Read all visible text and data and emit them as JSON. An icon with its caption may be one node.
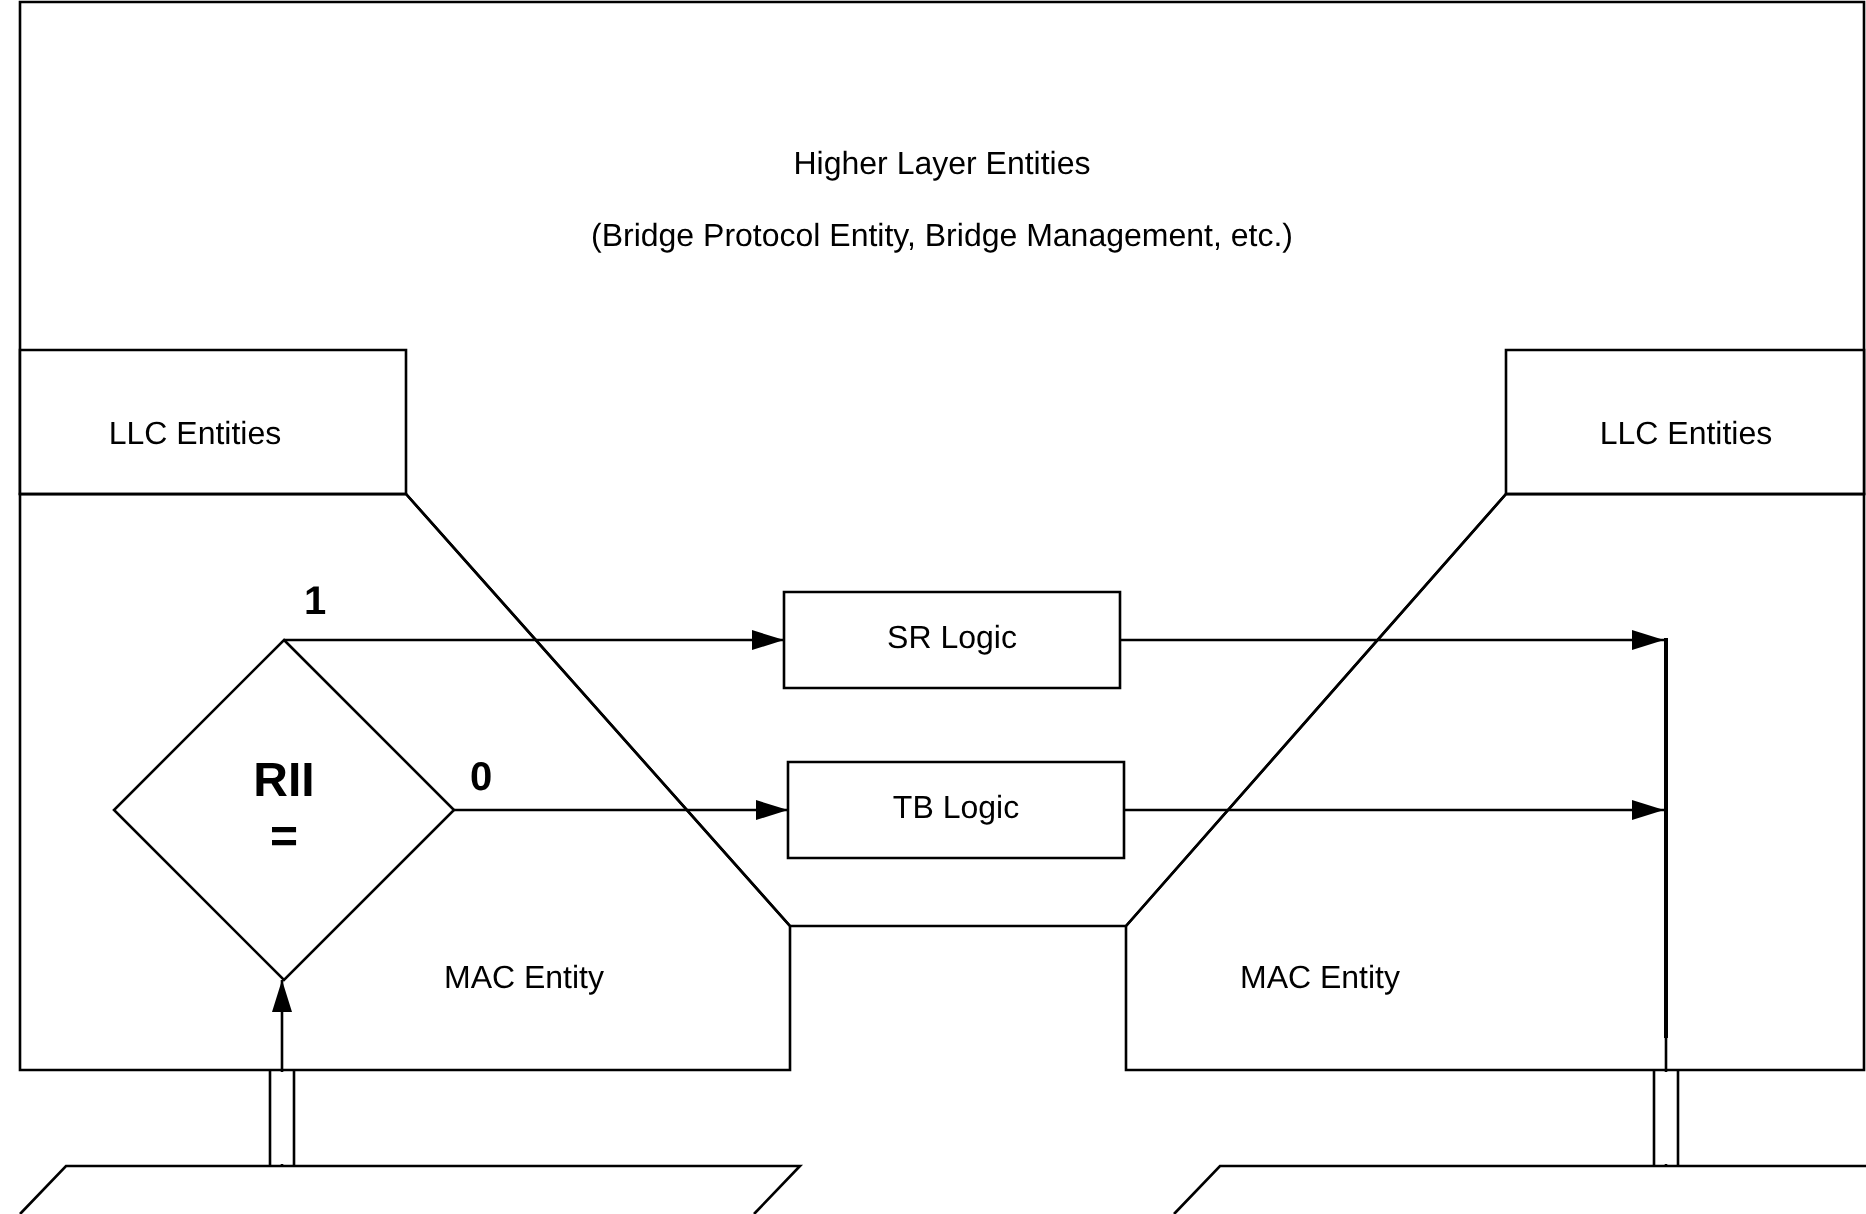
{
  "diagram": {
    "nodes": [
      {
        "text": [
          "Higher Layer Entities",
          "(Bridge Protocol Entity, Bridge Management, etc.)"
        ]
      },
      {
        "text": [
          "LLC Entities"
        ],
        "in": 0
      },
      {
        "text": [
          "LLC Entities"
        ],
        "in": 0
      },
      {
        "text": [
          "MAC Entity"
        ]
      },
      {
        "text": [
          "MAC Entity"
        ]
      },
      {
        "text": [
          "RII",
          "="
        ],
        "in": 3
      },
      {
        "text": [
          "SR Logic"
        ],
        "in": 0
      },
      {
        "text": [
          "TB Logic"
        ],
        "in": 0
      },
      {
        "text": [],
        "shape": "parallelogram"
      },
      {
        "text": [],
        "shape": "parallelogram"
      },
      {
        "text": [],
        "shape": "bar",
        "in": 4
      }
    ],
    "edges": [
      {
        "from": 5,
        "to": 6,
        "arrow": "to",
        "label": "1"
      },
      {
        "from": 5,
        "to": 7,
        "arrow": "to",
        "label": "0"
      },
      {
        "from": 6,
        "to": 10,
        "arrow": "to"
      },
      {
        "from": 7,
        "to": 10,
        "arrow": "to"
      },
      {
        "from": 8,
        "to": 5,
        "arrow": "to"
      },
      {
        "from": 10,
        "to": 9,
        "arrow": "to"
      }
    ]
  }
}
